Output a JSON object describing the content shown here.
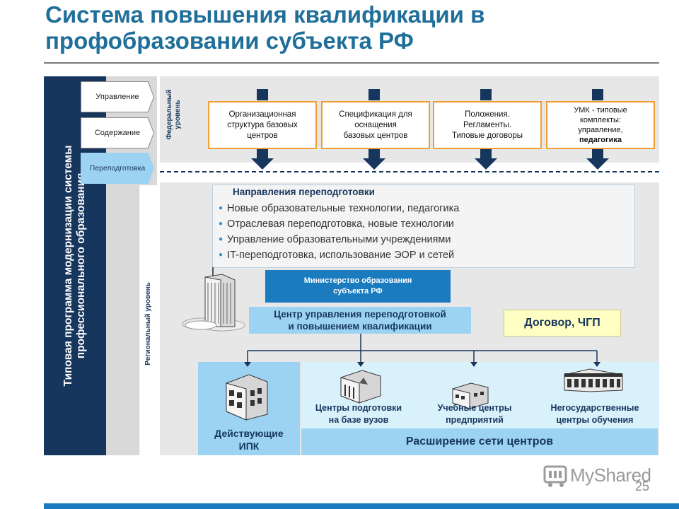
{
  "title": {
    "line1": "Система повышения квалификации в",
    "line2": "профобразовании субъекта РФ"
  },
  "side_program": {
    "line1": "Типовая программа модернизации системы",
    "line2": "профессионального образования"
  },
  "tabs": [
    {
      "label": "Управление"
    },
    {
      "label": "Содержание"
    },
    {
      "label": "Переподготовка"
    }
  ],
  "levels": {
    "federal": {
      "line1": "Федеральный",
      "line2": "уровень"
    },
    "regional": "Региональный уровень"
  },
  "federal_boxes": [
    {
      "line1": "Организационная",
      "line2": "структура базовых",
      "line3": "центров"
    },
    {
      "line1": "Спецификация для",
      "line2": "оснащения",
      "line3": "базовых центров"
    },
    {
      "line1": "Положения.",
      "line2": "Регламенты.",
      "line3": "Типовые договоры"
    },
    {
      "line1": "УМК - типовые",
      "line2": "комплекты:",
      "line3": "управление,",
      "line4": "педагогика"
    }
  ],
  "directions": {
    "title": "Направления  переподготовки",
    "items": [
      "Новые образовательные технологии, педагогика",
      "Отраслевая переподготовка, новые технологии",
      "Управление образовательными учреждениями",
      "IT-переподготовка,  использование ЭОР и сетей"
    ]
  },
  "ministry": {
    "line1": "Министерство образования",
    "line2": "субъекта РФ"
  },
  "center": {
    "line1": "Центр управления переподготовкой",
    "line2": "и повышением квалификации"
  },
  "contract": "Договор, ЧГП",
  "ipk": {
    "line1": "Действующие",
    "line2": "ИПК"
  },
  "centers": [
    {
      "line1": "Центры подготовки",
      "line2": "на базе вузов"
    },
    {
      "line1": "Учебные центры",
      "line2": "предприятий"
    },
    {
      "line1": "Негосударственные",
      "line2": "центры обучения"
    }
  ],
  "expansion": "Расширение сети центров",
  "watermark": "MyShared",
  "page_number": "25",
  "colors": {
    "title": "#1f6f9a",
    "navy": "#17365d",
    "blue": "#1a7bbf",
    "light_blue": "#9cd3f2",
    "orange_border": "#f0a030",
    "yellow": "#ffffc4"
  }
}
